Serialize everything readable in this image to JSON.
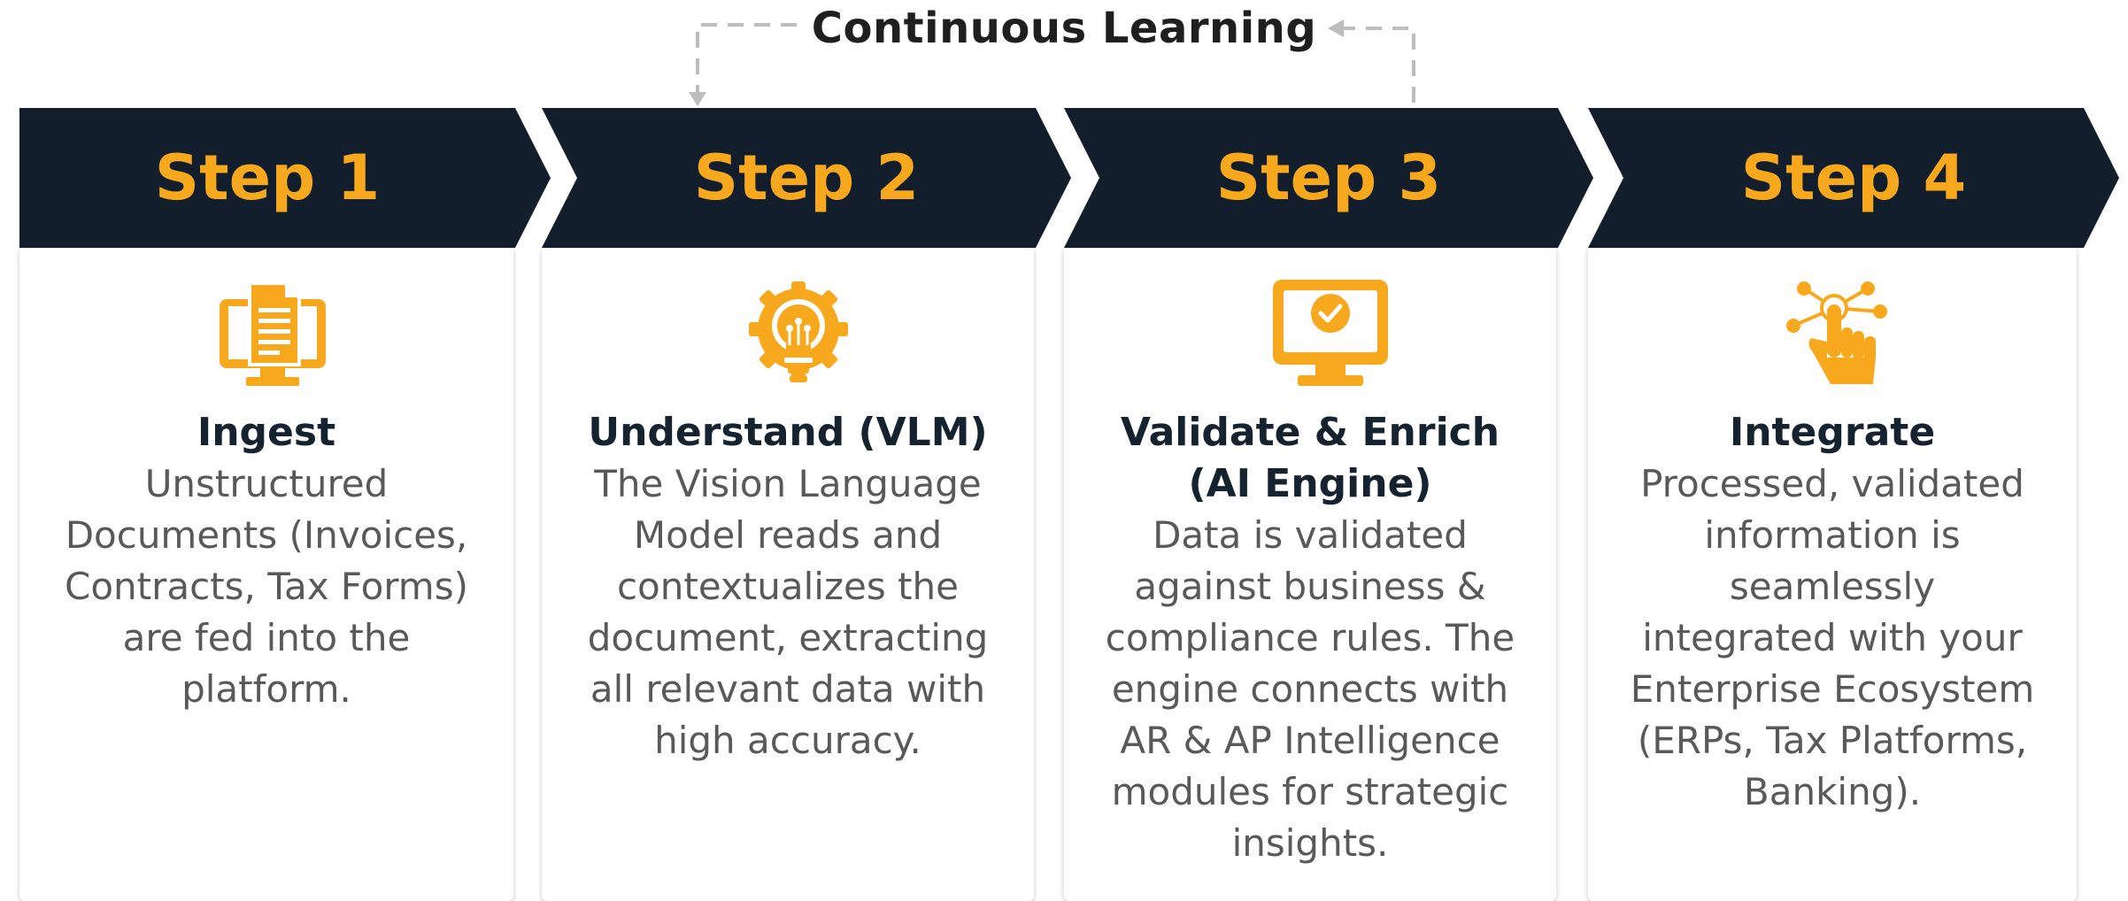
{
  "loop_label": "Continuous Learning",
  "colors": {
    "chevron": "#121e2b",
    "accent": "#f7a81c",
    "title": "#152230",
    "body": "#595959",
    "loop_arrow": "#bdbdbd"
  },
  "steps": [
    {
      "label": "Step 1",
      "icon": "monitor-document-icon",
      "title": "Ingest",
      "description": "Unstructured Documents (Invoices, Contracts, Tax Forms) are fed into the platform."
    },
    {
      "label": "Step 2",
      "icon": "lightbulb-gear-icon",
      "title": "Understand (VLM)",
      "description": "The Vision Language Model reads and contextualizes the document, extracting all relevant data with high accuracy."
    },
    {
      "label": "Step 3",
      "icon": "monitor-check-icon",
      "title": "Validate & Enrich (AI Engine)",
      "description": "Data is validated against business & compliance rules. The engine connects with AR & AP Intelligence modules for strategic insights."
    },
    {
      "label": "Step 4",
      "icon": "hand-network-icon",
      "title": "Integrate",
      "description": "Processed, validated information is seamlessly integrated with your Enterprise Ecosystem (ERPs, Tax Platforms, Banking)."
    }
  ]
}
